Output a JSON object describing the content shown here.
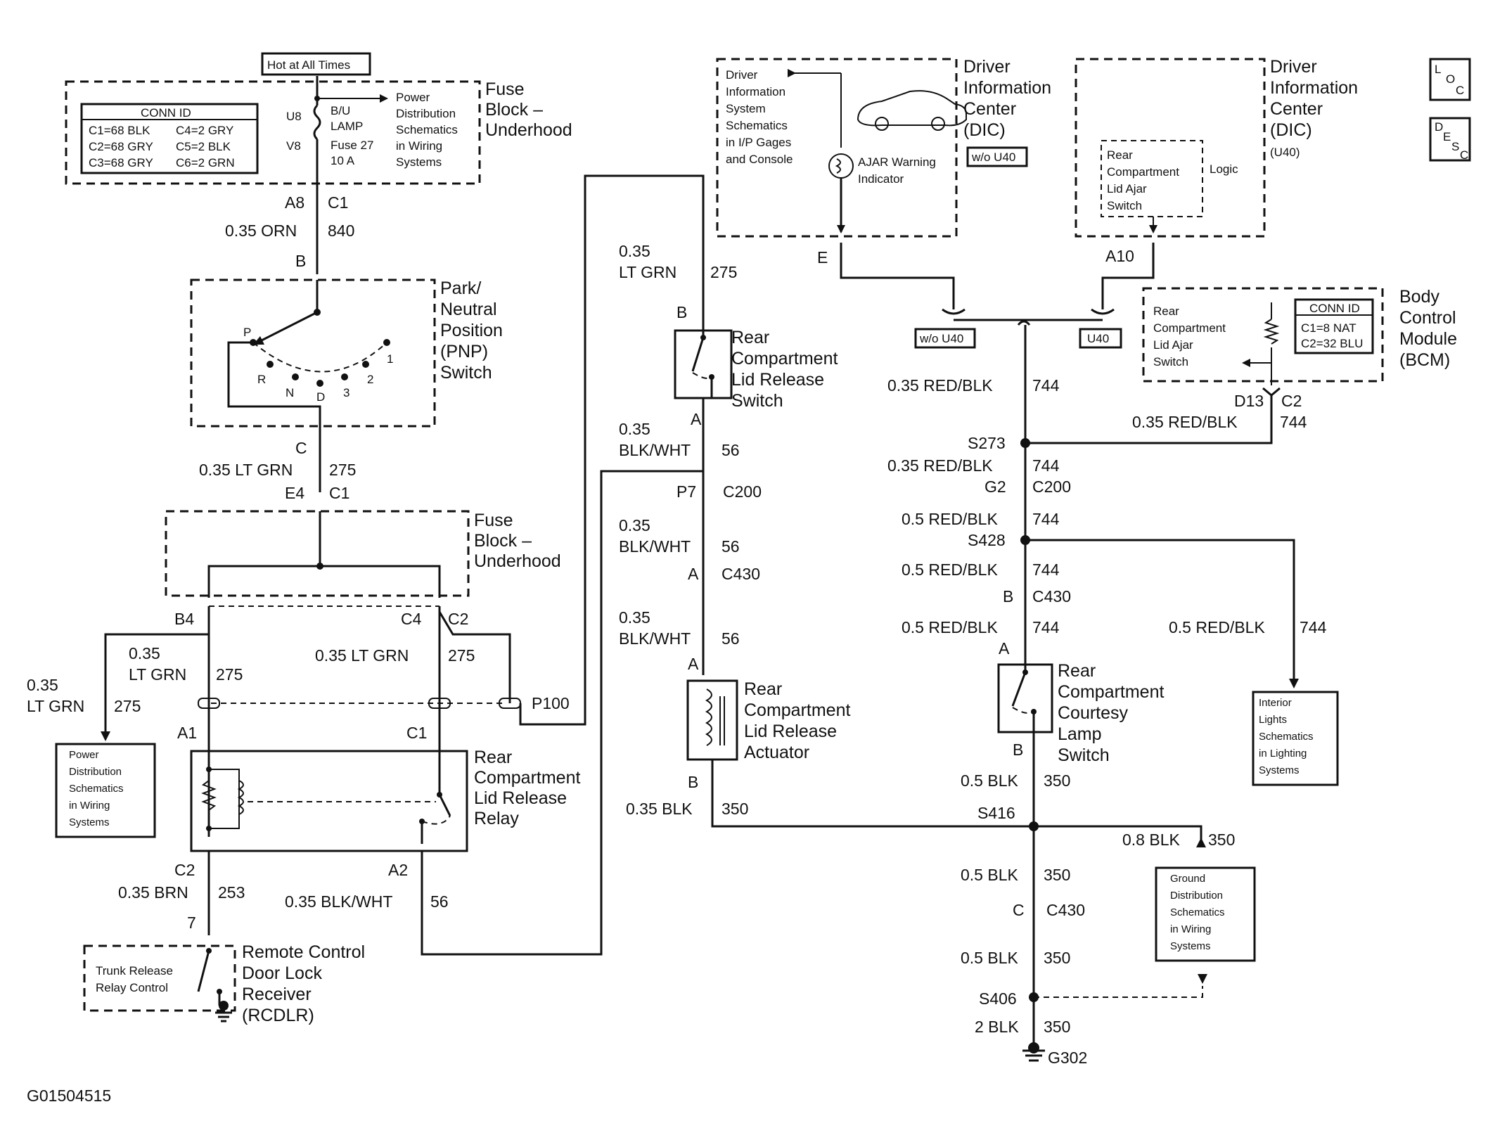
{
  "hot_label": "Hot at All Times",
  "fuse_block_top": {
    "title": [
      "Fuse",
      "Block –",
      "Underhood"
    ],
    "conn_header": "CONN ID",
    "conn_rows": [
      "C1=68 BLK",
      "C4=2 GRY",
      "C2=68 GRY",
      "C5=2 BLK",
      "C3=68 GRY",
      "C6=2 GRN"
    ],
    "pin_u8": "U8",
    "pin_v8": "V8",
    "fuse_label": [
      "B/U",
      "LAMP",
      "Fuse 27",
      "10 A"
    ],
    "power_ref": [
      "Power",
      "Distribution",
      "Schematics",
      "in Wiring",
      "Systems"
    ]
  },
  "pnp": {
    "title": [
      "Park/",
      "Neutral",
      "Position",
      "(PNP)",
      "Switch"
    ],
    "positions": [
      "P",
      "R",
      "N",
      "D",
      "3",
      "2",
      "1"
    ],
    "pin_b": "B",
    "pin_c": "C"
  },
  "fuse_block_mid": {
    "title": [
      "Fuse",
      "Block –",
      "Underhood"
    ],
    "pin_e4": "E4",
    "conn_c1": "C1",
    "pin_b4": "B4",
    "pin_c4": "C4",
    "conn_c2": "C2"
  },
  "relay": {
    "title": [
      "Rear",
      "Compartment",
      "Lid Release",
      "Relay"
    ],
    "pin_a1": "A1",
    "pin_c1": "C1",
    "pin_c2": "C2",
    "pin_a2": "A2"
  },
  "rcdlr": {
    "title": [
      "Remote Control",
      "Door Lock",
      "Receiver",
      "(RCDLR)"
    ],
    "inner": [
      "Trunk Release",
      "Relay Control"
    ],
    "pin_7": "7"
  },
  "power_ref_left": [
    "Power",
    "Distribution",
    "Schematics",
    "in Wiring",
    "Systems"
  ],
  "release_switch": {
    "title": [
      "Rear",
      "Compartment",
      "Lid Release",
      "Switch"
    ],
    "pin_b": "B",
    "pin_a": "A"
  },
  "actuator": {
    "title": [
      "Rear",
      "Compartment",
      "Lid Release",
      "Actuator"
    ],
    "pin_a": "A",
    "pin_b": "B"
  },
  "dic_left": {
    "title": [
      "Driver",
      "Information",
      "Center",
      "(DIC)"
    ],
    "badge": "w/o U40",
    "ref": [
      "Driver",
      "Information",
      "System",
      "Schematics",
      "in I/P Gages",
      "and Console"
    ],
    "indicator": [
      "AJAR Warning",
      "Indicator"
    ],
    "pin_e": "E"
  },
  "dic_right": {
    "title": [
      "Driver",
      "Information",
      "Center",
      "(DIC)"
    ],
    "option": "(U40)",
    "switch": [
      "Rear",
      "Compartment",
      "Lid Ajar",
      "Switch"
    ],
    "logic": "Logic",
    "pin_a10": "A10"
  },
  "bcm": {
    "title": [
      "Body",
      "Control",
      "Module",
      "(BCM)"
    ],
    "switch": [
      "Rear",
      "Compartment",
      "Lid Ajar",
      "Switch"
    ],
    "conn_header": "CONN ID",
    "conn_rows": [
      "C1=8 NAT",
      "C2=32 BLU"
    ],
    "pin_d13": "D13",
    "conn_c2": "C2"
  },
  "option_wo_u40": "w/o U40",
  "option_u40": "U40",
  "courtesy_switch": {
    "title": [
      "Rear",
      "Compartment",
      "Courtesy",
      "Lamp",
      "Switch"
    ],
    "pin_a": "A",
    "pin_b": "B"
  },
  "interior_ref": [
    "Interior",
    "Lights",
    "Schematics",
    "in Lighting",
    "Systems"
  ],
  "ground_ref": [
    "Ground",
    "Distribution",
    "Schematics",
    "in Wiring",
    "Systems"
  ],
  "connectors": {
    "a8": "A8",
    "c1_top": "C1",
    "p7": "P7",
    "c200_left": "C200",
    "a_c430": "A",
    "c430_left": "C430",
    "p100": "P100",
    "g2": "G2",
    "c200_right": "C200",
    "b_c430": "B",
    "c430_right": "C430",
    "c_c430": "C",
    "c430_bottom": "C430"
  },
  "splices": {
    "s273": "S273",
    "s428": "S428",
    "s416": "S416",
    "s406": "S406",
    "g302": "G302"
  },
  "wires": {
    "w840": [
      "0.35 ORN",
      "840"
    ],
    "w275_pnp": [
      "0.35 LT GRN",
      "275"
    ],
    "w275_b4": [
      "0.35",
      "LT GRN",
      "275"
    ],
    "w275_left": [
      "0.35",
      "LT GRN",
      "275"
    ],
    "w275_c4": [
      "0.35 LT GRN",
      "275"
    ],
    "w275_sw": [
      "0.35",
      "LT GRN",
      "275"
    ],
    "w56_a": [
      "0.35",
      "BLK/WHT",
      "56"
    ],
    "w56_b": [
      "0.35",
      "BLK/WHT",
      "56"
    ],
    "w56_c": [
      "0.35",
      "BLK/WHT",
      "56"
    ],
    "w56_relay": [
      "0.35 BLK/WHT",
      "56"
    ],
    "w253": [
      "0.35 BRN",
      "253"
    ],
    "w350_act": [
      "0.35 BLK",
      "350"
    ],
    "w744_a": [
      "0.35 RED/BLK",
      "744"
    ],
    "w744_bcm": [
      "0.35 RED/BLK",
      "744"
    ],
    "w744_b": [
      "0.35 RED/BLK",
      "744"
    ],
    "w744_c": [
      "0.5 RED/BLK",
      "744"
    ],
    "w744_d": [
      "0.5 RED/BLK",
      "744"
    ],
    "w744_e": [
      "0.5 RED/BLK",
      "744"
    ],
    "w744_int": [
      "0.5 RED/BLK",
      "744"
    ],
    "w350_a": [
      "0.5 BLK",
      "350"
    ],
    "w350_gnd": [
      "0.8 BLK",
      "350"
    ],
    "w350_b": [
      "0.5 BLK",
      "350"
    ],
    "w350_c": [
      "0.5 BLK",
      "350"
    ],
    "w350_d": [
      "2 BLK",
      "350"
    ]
  },
  "loc_icon": [
    "L",
    "O",
    "C"
  ],
  "desc_icon": [
    "D",
    "E",
    "S",
    "C"
  ],
  "figure_id": "G01504515"
}
